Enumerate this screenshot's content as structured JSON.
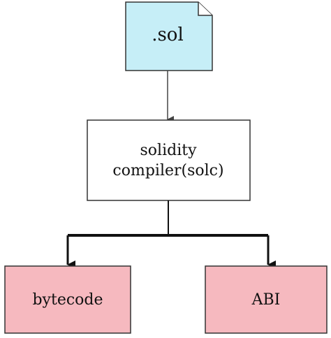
{
  "nodes": {
    "source_file": {
      "label": ".sol"
    },
    "compiler": {
      "line1": "solidity",
      "line2": "compiler(solc)"
    },
    "bytecode": {
      "label": "bytecode"
    },
    "abi": {
      "label": "ABI"
    }
  },
  "colors": {
    "source_fill": "#c6eef7",
    "compiler_fill": "#ffffff",
    "output_fill": "#f6b9bf",
    "stroke": "#333333",
    "arrow": "#444444",
    "connector": "#111111"
  }
}
